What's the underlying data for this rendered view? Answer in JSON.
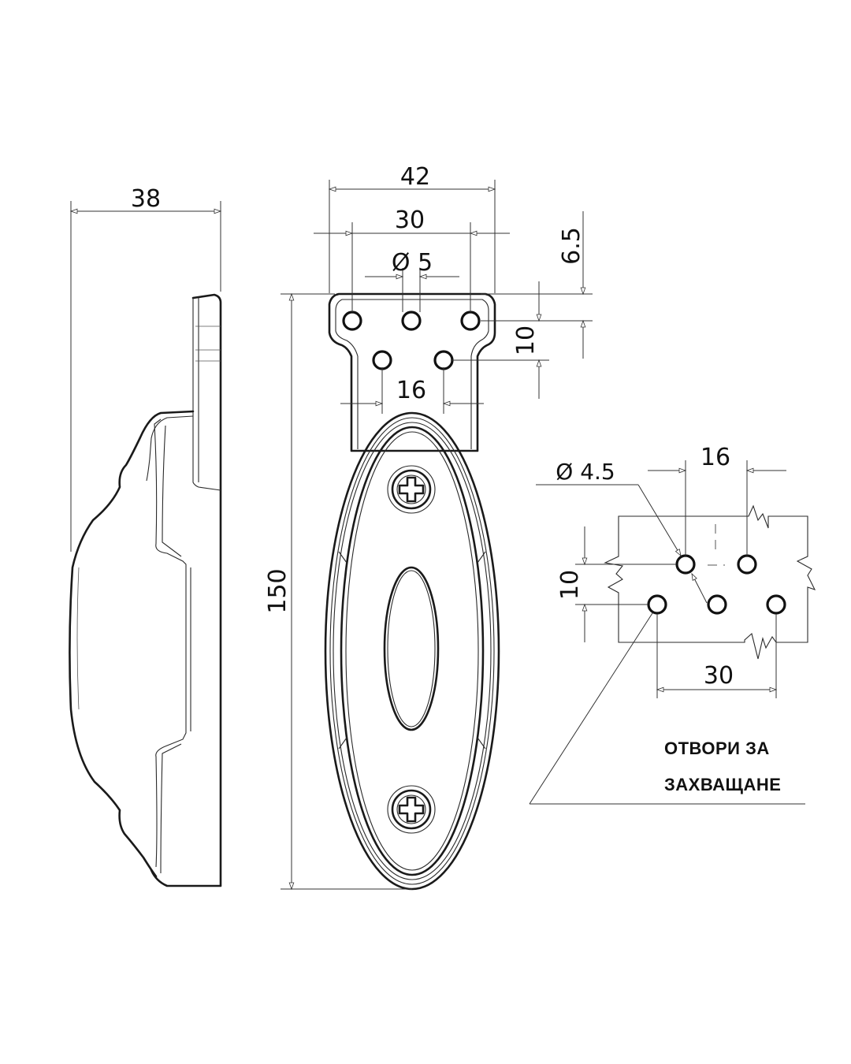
{
  "dimensions": {
    "side_depth": "38",
    "overall_width": "42",
    "hole_spacing_top": "30",
    "hole_diameter_top": "Ø 5",
    "vertical_offset_top": "6.5",
    "vertical_row_spacing": "10",
    "hole_spacing_bottom": "16",
    "overall_height": "150"
  },
  "detail": {
    "hole_diameter": "Ø 4.5",
    "hole_spacing_top": "16",
    "row_spacing": "10",
    "hole_spacing_bottom": "30",
    "note_line1": "ОТВОРИ ЗА",
    "note_line2": "ЗАХВАЩАНЕ"
  }
}
